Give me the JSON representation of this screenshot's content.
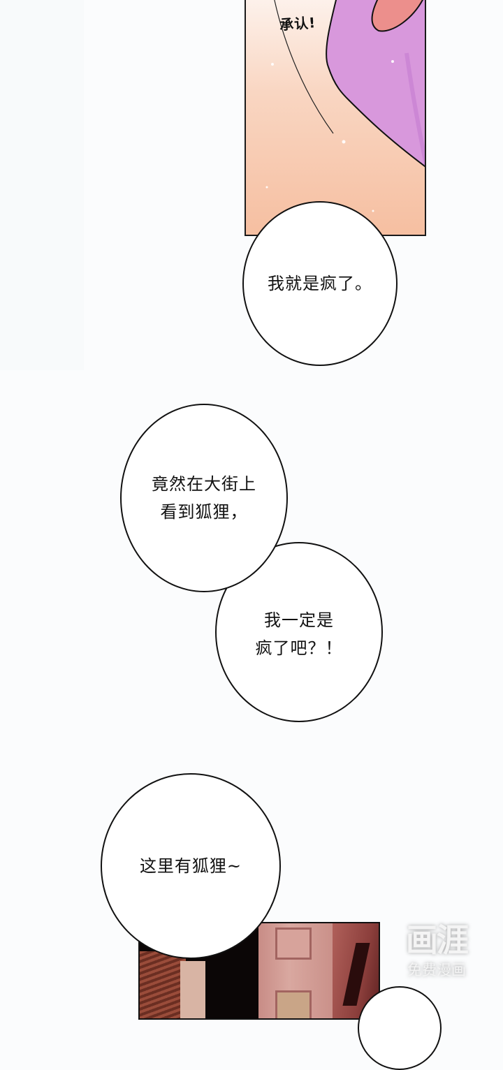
{
  "panels": {
    "top": {
      "sfx": "承认!",
      "colors": {
        "skin": "#f6bfa1",
        "cloth": "#d78fd8",
        "pink": "#ec8f8c"
      }
    },
    "bottom": {
      "scene": "night street with buildings"
    }
  },
  "bubbles": [
    {
      "text": "我就是疯了。"
    },
    {
      "text": "竟然在大街上\n看到狐狸，"
    },
    {
      "text": "我一定是\n疯了吧？！"
    },
    {
      "text": "这里有狐狸~"
    },
    {
      "text": ""
    }
  ],
  "watermark": {
    "logo": "画涯",
    "subtitle": "免费漫画"
  }
}
